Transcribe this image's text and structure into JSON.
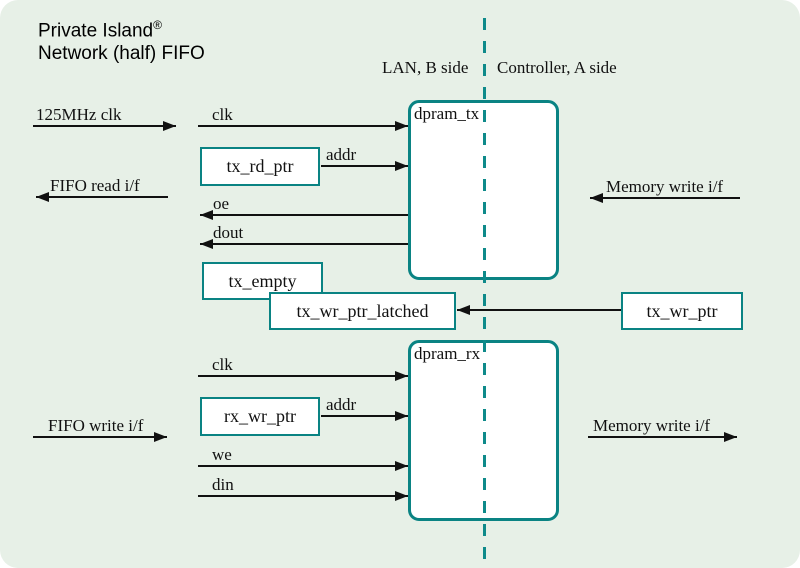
{
  "title": {
    "line1": "Private Island",
    "registered": "®",
    "line2": "Network (half) FIFO"
  },
  "side_labels": {
    "left": "LAN, B side",
    "right": "Controller, A side"
  },
  "blocks": {
    "dpram_tx": "dpram_tx",
    "dpram_rx": "dpram_rx"
  },
  "boxes": {
    "tx_rd_ptr": "tx_rd_ptr",
    "tx_empty": "tx_empty",
    "tx_wr_ptr_latched": "tx_wr_ptr_latched",
    "tx_wr_ptr": "tx_wr_ptr",
    "rx_wr_ptr": "rx_wr_ptr"
  },
  "signals": {
    "ext_clk": "125MHz clk",
    "fifo_read": "FIFO read i/f",
    "fifo_write": "FIFO write i/f",
    "mem_write_top": "Memory write i/f",
    "mem_write_bottom": "Memory write i/f",
    "tx": {
      "clk": "clk",
      "addr": "addr",
      "oe": "oe",
      "dout": "dout"
    },
    "rx": {
      "clk": "clk",
      "addr": "addr",
      "we": "we",
      "din": "din"
    }
  },
  "colors": {
    "background": "#e7f0e7",
    "teal": "#0a8383",
    "line": "#111111",
    "box_fill": "#ffffff"
  }
}
